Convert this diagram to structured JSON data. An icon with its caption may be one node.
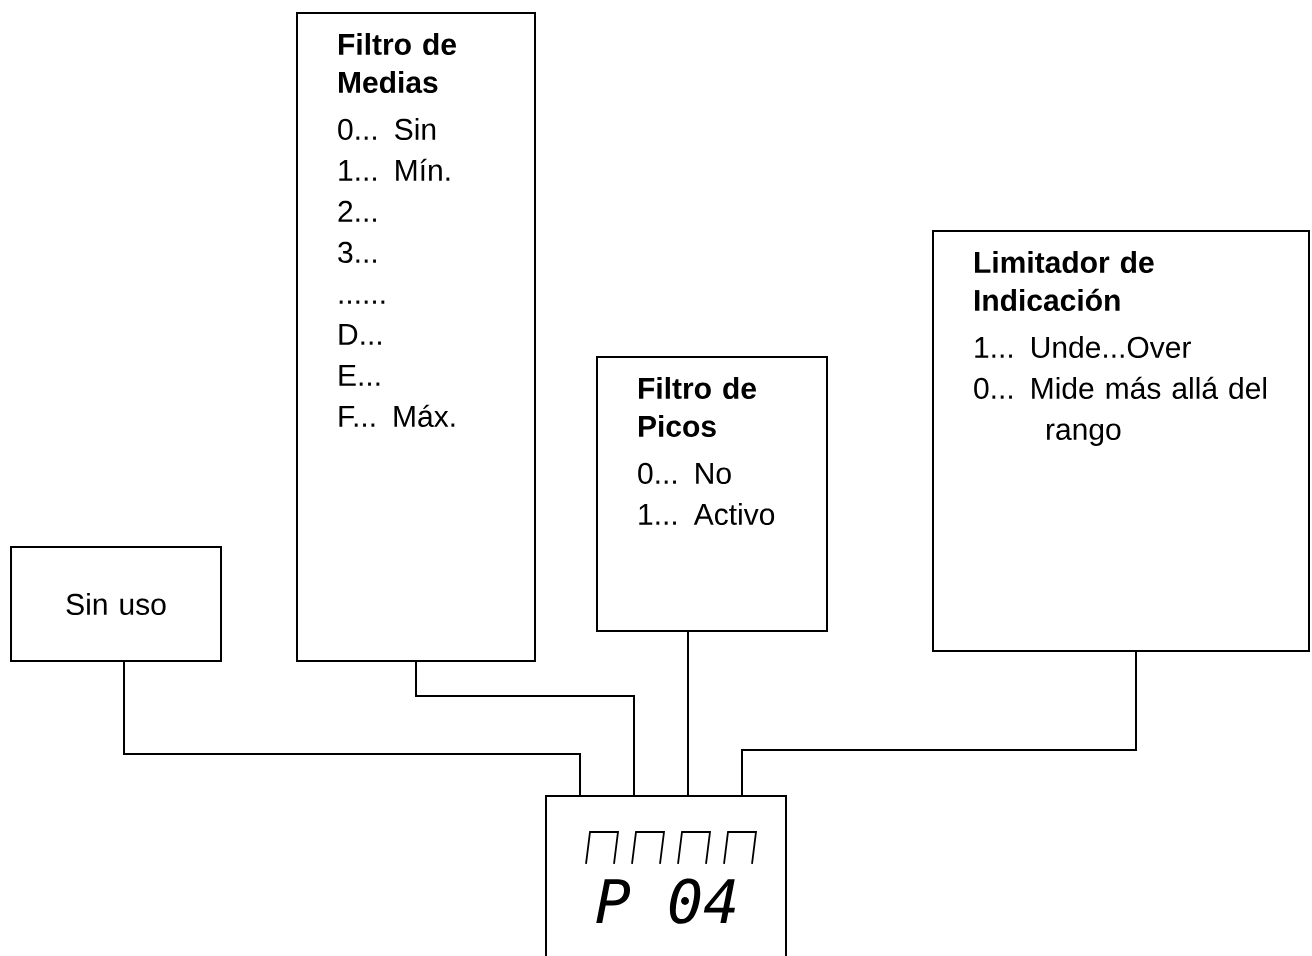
{
  "diagram": {
    "nodes": [
      {
        "text": [
          "Sin uso"
        ]
      },
      {
        "text": [
          "Filtro de Medias",
          "0... Sin",
          "1... Mín.",
          "2...",
          "3...",
          "......",
          "D...",
          "E...",
          "F... Máx."
        ]
      },
      {
        "text": [
          "Filtro de Picos",
          "0... No",
          "1... Activo"
        ]
      },
      {
        "text": [
          "Limitador de Indicación",
          "1... Unde...Over",
          "0... Mide más allá del rango"
        ]
      },
      {
        "text": [
          "P 04"
        ]
      }
    ],
    "edges": [
      {
        "from": 0,
        "to": 4,
        "arrow": "none"
      },
      {
        "from": 1,
        "to": 4,
        "arrow": "none"
      },
      {
        "from": 2,
        "to": 4,
        "arrow": "none"
      },
      {
        "from": 3,
        "to": 4,
        "arrow": "none"
      }
    ]
  }
}
